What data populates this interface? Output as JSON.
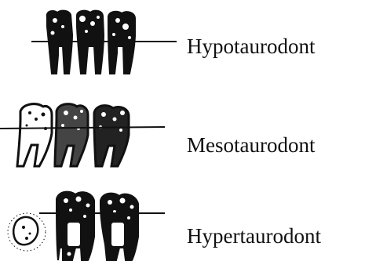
{
  "figure": {
    "rows": [
      {
        "label": "Hypotaurodont",
        "icon": "hypotaurodont-molar-icon"
      },
      {
        "label": "Mesotaurodont",
        "icon": "mesotaurodont-molar-icon"
      },
      {
        "label": "Hypertaurodont",
        "icon": "hypertaurodont-molar-icon"
      }
    ]
  },
  "colors": {
    "ink": "#111111",
    "paper": "#ffffff"
  }
}
